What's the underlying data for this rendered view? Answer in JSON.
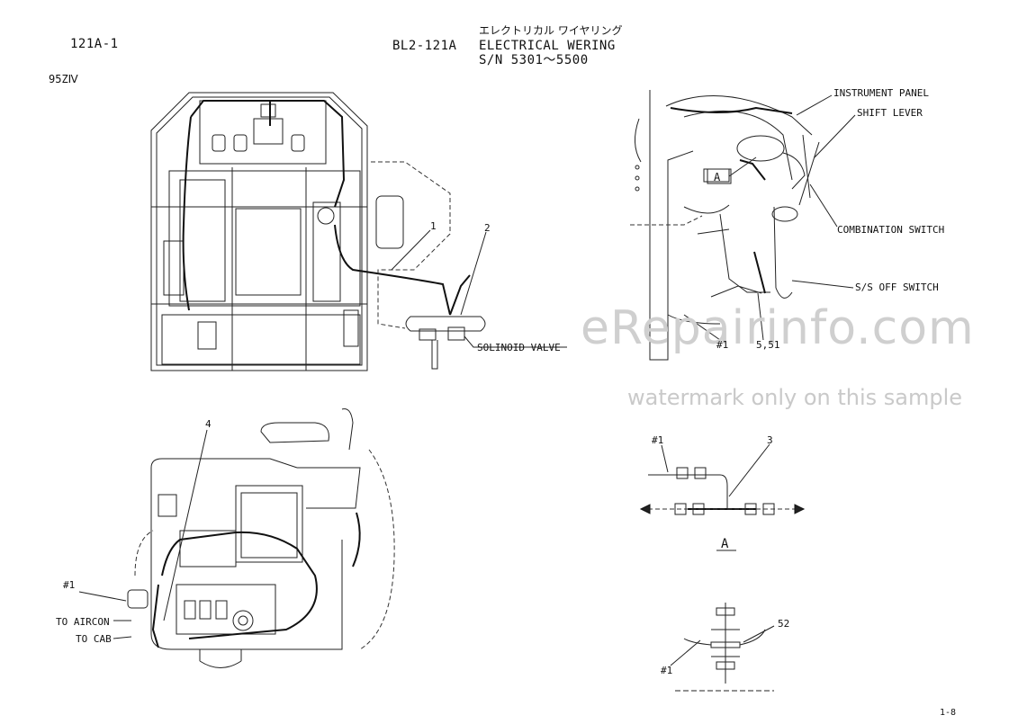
{
  "header": {
    "page_id": "121A-1",
    "model": "95ZⅣ",
    "code": "BL2-121A",
    "title_jp": "エレクトリカル ワイヤリング",
    "title": "ELECTRICAL WERING",
    "serial": "S/N 5301～5500"
  },
  "callouts": {
    "c1": "1",
    "c2": "2",
    "c3": "3",
    "c4": "4",
    "c52": "52",
    "hash1_a": "#1",
    "hash1_b": "#1",
    "hash1_c": "#1",
    "hash1_d": "#1",
    "ref_551": "5,51"
  },
  "labels": {
    "solinoid_valve": "SOLINOID VALVE",
    "instrument_panel": "INSTRUMENT PANEL",
    "shift_lever": "SHIFT LEVER",
    "combination_switch": "COMBINATION SWITCH",
    "ss_off_switch": "S/S OFF SWITCH",
    "to_aircon": "TO AIRCON",
    "to_cab": "TO CAB",
    "view_a_box": "A",
    "view_a_title": "A"
  },
  "watermark": {
    "site": "eRepairinfo.com",
    "note": "watermark only on this sample"
  },
  "footer": {
    "page_no": "1-8"
  }
}
